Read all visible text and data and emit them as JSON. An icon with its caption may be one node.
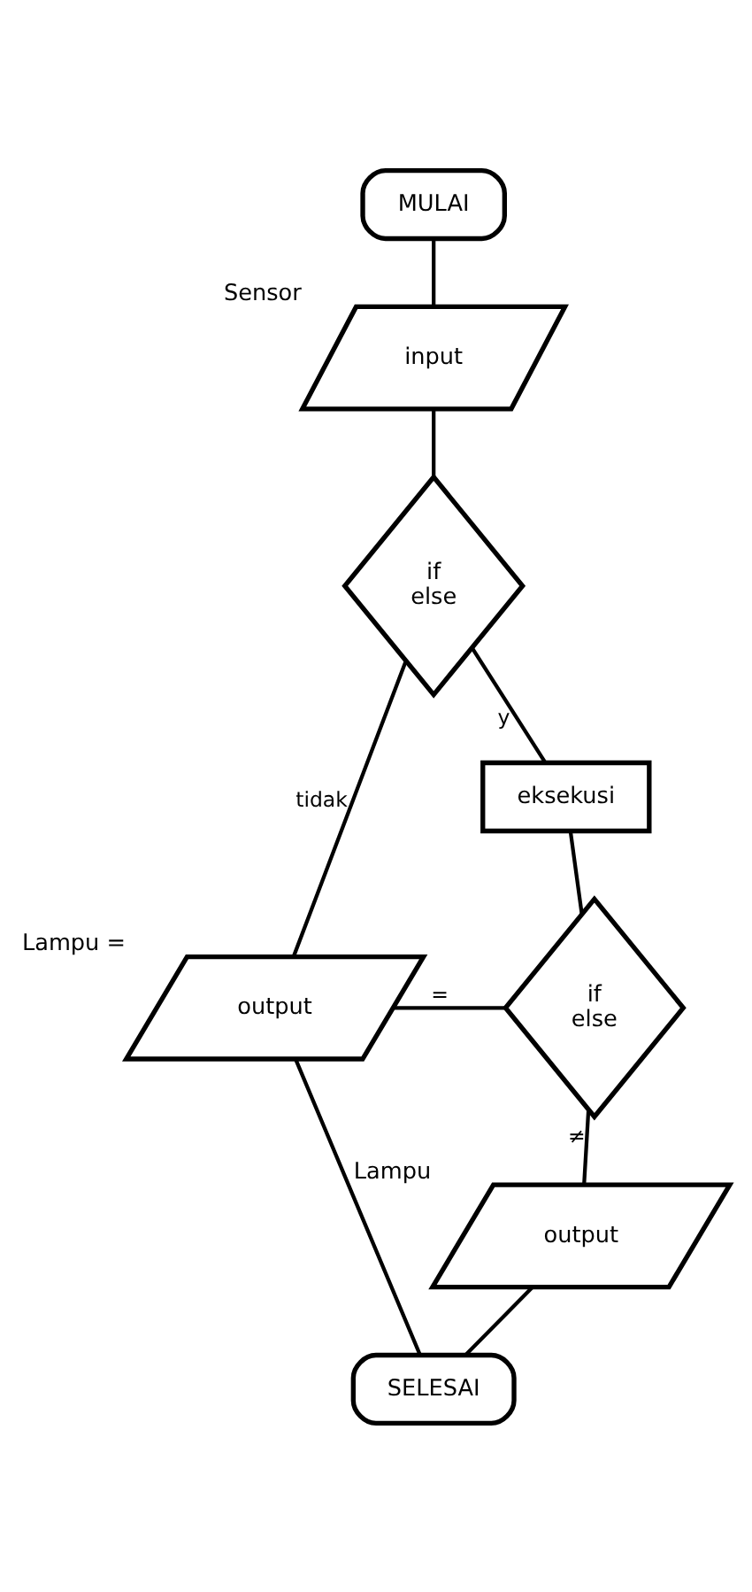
{
  "diagram": {
    "nodes": [
      {
        "text": [
          "MULAI"
        ]
      },
      {
        "text": [
          "input"
        ],
        "beside": [
          "Sensor"
        ]
      },
      {
        "text": [
          "if",
          "else"
        ]
      },
      {
        "text": [
          "output"
        ],
        "beside": [
          "Lampu ="
        ]
      },
      {
        "text": [
          "eksekusi"
        ]
      },
      {
        "text": [
          "if",
          "else"
        ]
      },
      {
        "text": [
          "output"
        ],
        "beside": [
          "Lampu"
        ]
      },
      {
        "text": [
          "SELESAI"
        ]
      }
    ],
    "edges": [
      {
        "from": 0,
        "to": 1,
        "arrow": "none"
      },
      {
        "from": 1,
        "to": 2,
        "arrow": "none"
      },
      {
        "from": 2,
        "to": 3,
        "arrow": "none",
        "label": "tidak"
      },
      {
        "from": 2,
        "to": 4,
        "arrow": "none",
        "label": "y"
      },
      {
        "from": 4,
        "to": 5,
        "arrow": "none"
      },
      {
        "from": 5,
        "to": 3,
        "arrow": "none",
        "label": "="
      },
      {
        "from": 5,
        "to": 6,
        "arrow": "none",
        "label": "≠"
      },
      {
        "from": 6,
        "to": 7,
        "arrow": "none"
      },
      {
        "from": 3,
        "to": 7,
        "arrow": "none"
      }
    ]
  }
}
